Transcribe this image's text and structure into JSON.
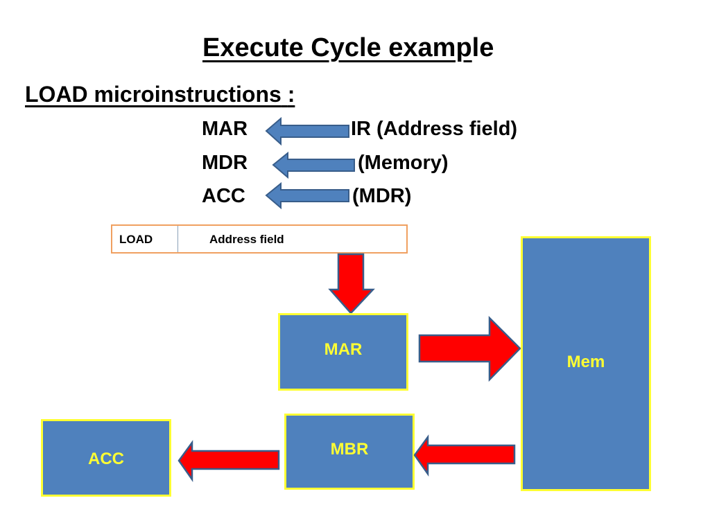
{
  "title": {
    "main": "Execute Cycle examp",
    "tail": "le"
  },
  "subtitle": {
    "text": "LOAD microinstructions",
    "colon": ":"
  },
  "microinstructions": [
    {
      "dest": "MAR",
      "source": "IR (Address field)"
    },
    {
      "dest": "MDR",
      "source": "(Memory)"
    },
    {
      "dest": "ACC",
      "source": "(MDR)"
    }
  ],
  "instruction_register": {
    "opcode": "LOAD",
    "address": "Address field"
  },
  "blocks": {
    "mar": "MAR",
    "mem": "Mem",
    "mbr": "MBR",
    "acc": "ACC"
  },
  "colors": {
    "block_fill": "#4f81bd",
    "block_border": "#ffff33",
    "red_arrow": "#ff0000",
    "blue_arrow": "#4f81bd",
    "ir_border": "#f0a060"
  }
}
